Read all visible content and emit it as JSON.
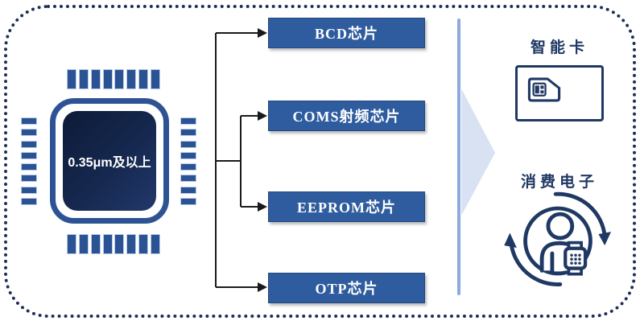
{
  "diagram": {
    "process_node": {
      "label": "0.35μm及以上"
    },
    "chip_types": [
      {
        "label": "BCD芯片"
      },
      {
        "label": "COMS射频芯片"
      },
      {
        "label": "EEPROM芯片"
      },
      {
        "label": "OTP芯片"
      }
    ],
    "applications": [
      {
        "label": "智能卡",
        "icon": "sim-card-icon"
      },
      {
        "label": "消费电子",
        "icon": "person-smartwatch-icon"
      }
    ]
  },
  "colors": {
    "box-blue": "#2E5C9E",
    "chip-pin-blue": "#2B5293",
    "chip-outline-blue": "#2E5395",
    "chip-core-dark": "#15254C",
    "navy": "#1F3864",
    "border-navy": "#1D2E56",
    "divider-line": "#8EA9DB",
    "divider-arrow-fill": "#D9E2F2",
    "connector-black": "#1A1A1A"
  }
}
